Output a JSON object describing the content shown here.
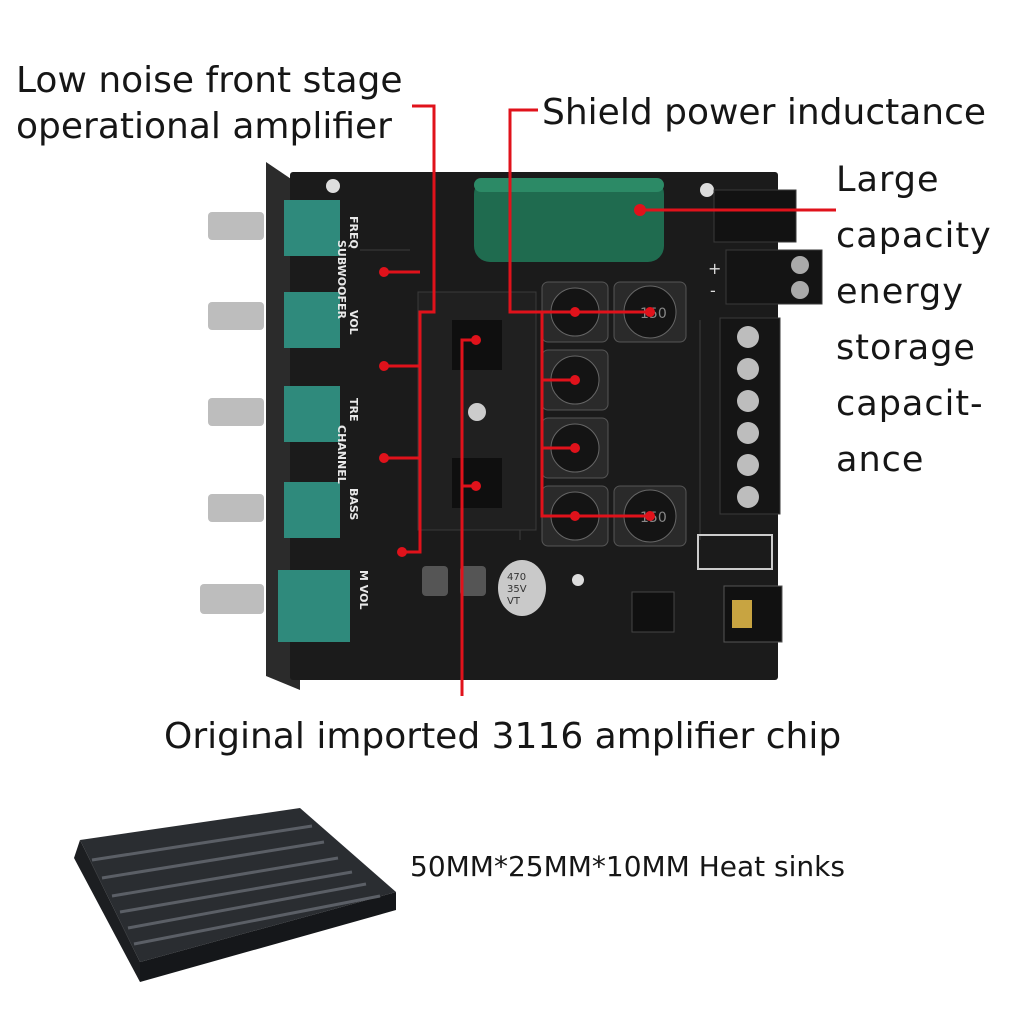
{
  "annotations": {
    "front_stage": [
      "Low noise front stage",
      "operational amplifier"
    ],
    "inductance": "Shield power inductance",
    "capacitance": [
      "Large",
      "capacity",
      "energy",
      "storage",
      "capacit-",
      "ance"
    ],
    "chip": "Original imported 3116 amplifier chip",
    "heat_sinks": "50MM*25MM*10MM Heat sinks"
  },
  "board_labels": {
    "freq": "FREQ",
    "subwoofer": "SUBWOOFER",
    "vol": "VOL",
    "tre": "TRE",
    "channel": "CHANNEL",
    "bass": "BASS",
    "mvol": "M VOL",
    "cap_big": [
      "470",
      "35V",
      "VT"
    ],
    "inductor_1": "150",
    "inductor_2": "150",
    "power_plus": "+",
    "power_minus": "-"
  },
  "colors": {
    "annotation_line": "#e0121b",
    "board": "#1b1b1b",
    "pot": "#2f8a7c"
  }
}
